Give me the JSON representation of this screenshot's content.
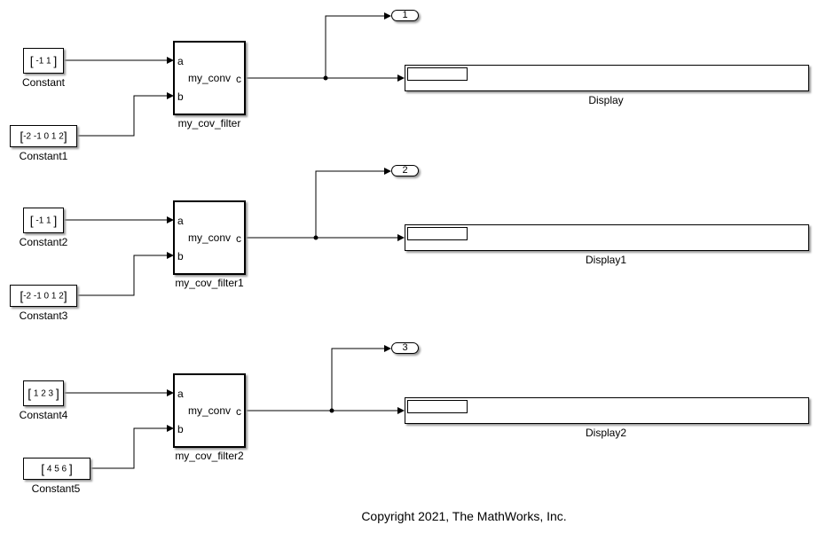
{
  "constants": [
    {
      "name": "Constant",
      "value": "-1  1"
    },
    {
      "name": "Constant1",
      "value": "-2 -1 0 1 2"
    },
    {
      "name": "Constant2",
      "value": "-1  1"
    },
    {
      "name": "Constant3",
      "value": "-2 -1 0 1 2"
    },
    {
      "name": "Constant4",
      "value": "1  2  3"
    },
    {
      "name": "Constant5",
      "value": "4  5  6"
    }
  ],
  "subsystems": [
    {
      "name": "my_cov_filter",
      "function": "my_conv",
      "in_a": "a",
      "in_b": "b",
      "out_c": "c"
    },
    {
      "name": "my_cov_filter1",
      "function": "my_conv",
      "in_a": "a",
      "in_b": "b",
      "out_c": "c"
    },
    {
      "name": "my_cov_filter2",
      "function": "my_conv",
      "in_a": "a",
      "in_b": "b",
      "out_c": "c"
    }
  ],
  "displays": [
    {
      "name": "Display"
    },
    {
      "name": "Display1"
    },
    {
      "name": "Display2"
    }
  ],
  "outports": [
    {
      "label": "1"
    },
    {
      "label": "2"
    },
    {
      "label": "3"
    }
  ],
  "footer": {
    "copyright": "Copyright 2021, The MathWorks, Inc."
  }
}
